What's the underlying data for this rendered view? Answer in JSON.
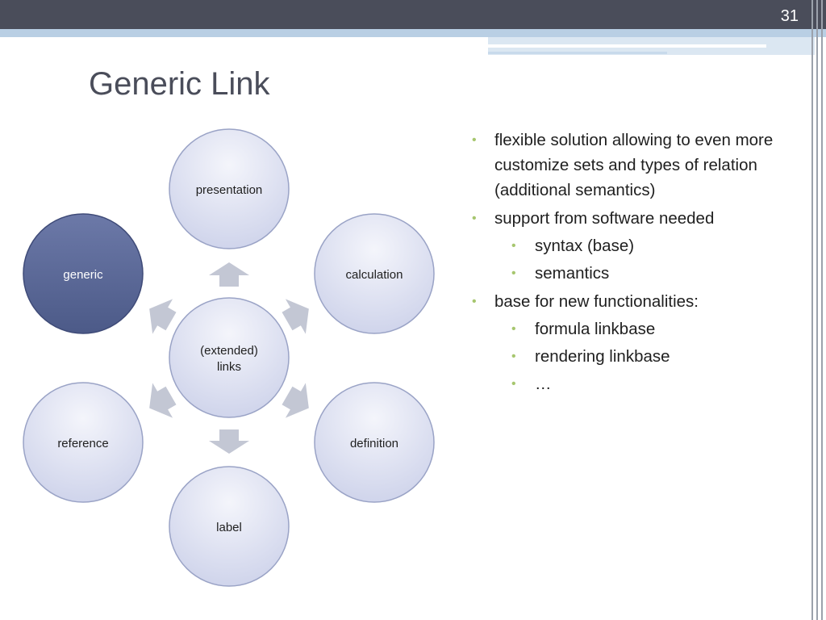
{
  "slide": {
    "number": "31",
    "title": "Generic Link"
  },
  "diagram": {
    "center": {
      "line1": "(extended)",
      "line2": "links"
    },
    "nodes": {
      "presentation": "presentation",
      "calculation": "calculation",
      "definition": "definition",
      "label": "label",
      "reference": "reference",
      "generic": "generic"
    },
    "colors": {
      "node_fill_light": "#e7e9f6",
      "node_fill_dark": "#5c6a9a",
      "arrow": "#c3c7d4"
    }
  },
  "bullets": [
    {
      "level": 0,
      "text": "flexible solution allowing to even more customize sets and types of relation (additional semantics)"
    },
    {
      "level": 0,
      "text": "support from software needed"
    },
    {
      "level": 1,
      "text": "syntax (base)"
    },
    {
      "level": 1,
      "text": "semantics"
    },
    {
      "level": 0,
      "text": "base for new functionalities:"
    },
    {
      "level": 1,
      "text": "formula linkbase"
    },
    {
      "level": 1,
      "text": "rendering linkbase"
    },
    {
      "level": 1,
      "text": "…"
    }
  ],
  "bullet_marker": "•",
  "accent_color": "#a6c66e"
}
